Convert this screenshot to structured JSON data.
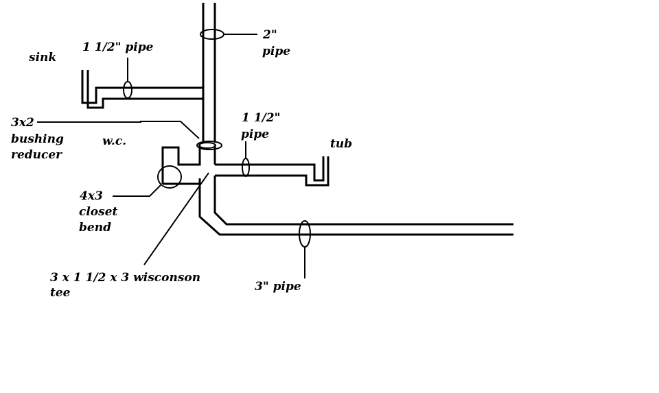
{
  "labels": {
    "sink": "sink",
    "sink_pipe": "1 1/2\" pipe",
    "vent_pipe_size": "2\"",
    "vent_pipe_word": "pipe",
    "reducer_line1": "3x2",
    "reducer_line2": "bushing",
    "reducer_line3": "reducer",
    "wc": "w.c.",
    "tub_pipe_size": "1 1/2\"",
    "tub_pipe_word": "pipe",
    "tub": "tub",
    "bend_line1": "4x3",
    "bend_line2": "closet",
    "bend_line3": "bend",
    "tee_line1": "3 x 1 1/2 x 3 wisconson",
    "tee_line2": "tee",
    "main_pipe": "3\" pipe"
  },
  "colors": {
    "ink": "#000000",
    "background": "#ffffff"
  }
}
